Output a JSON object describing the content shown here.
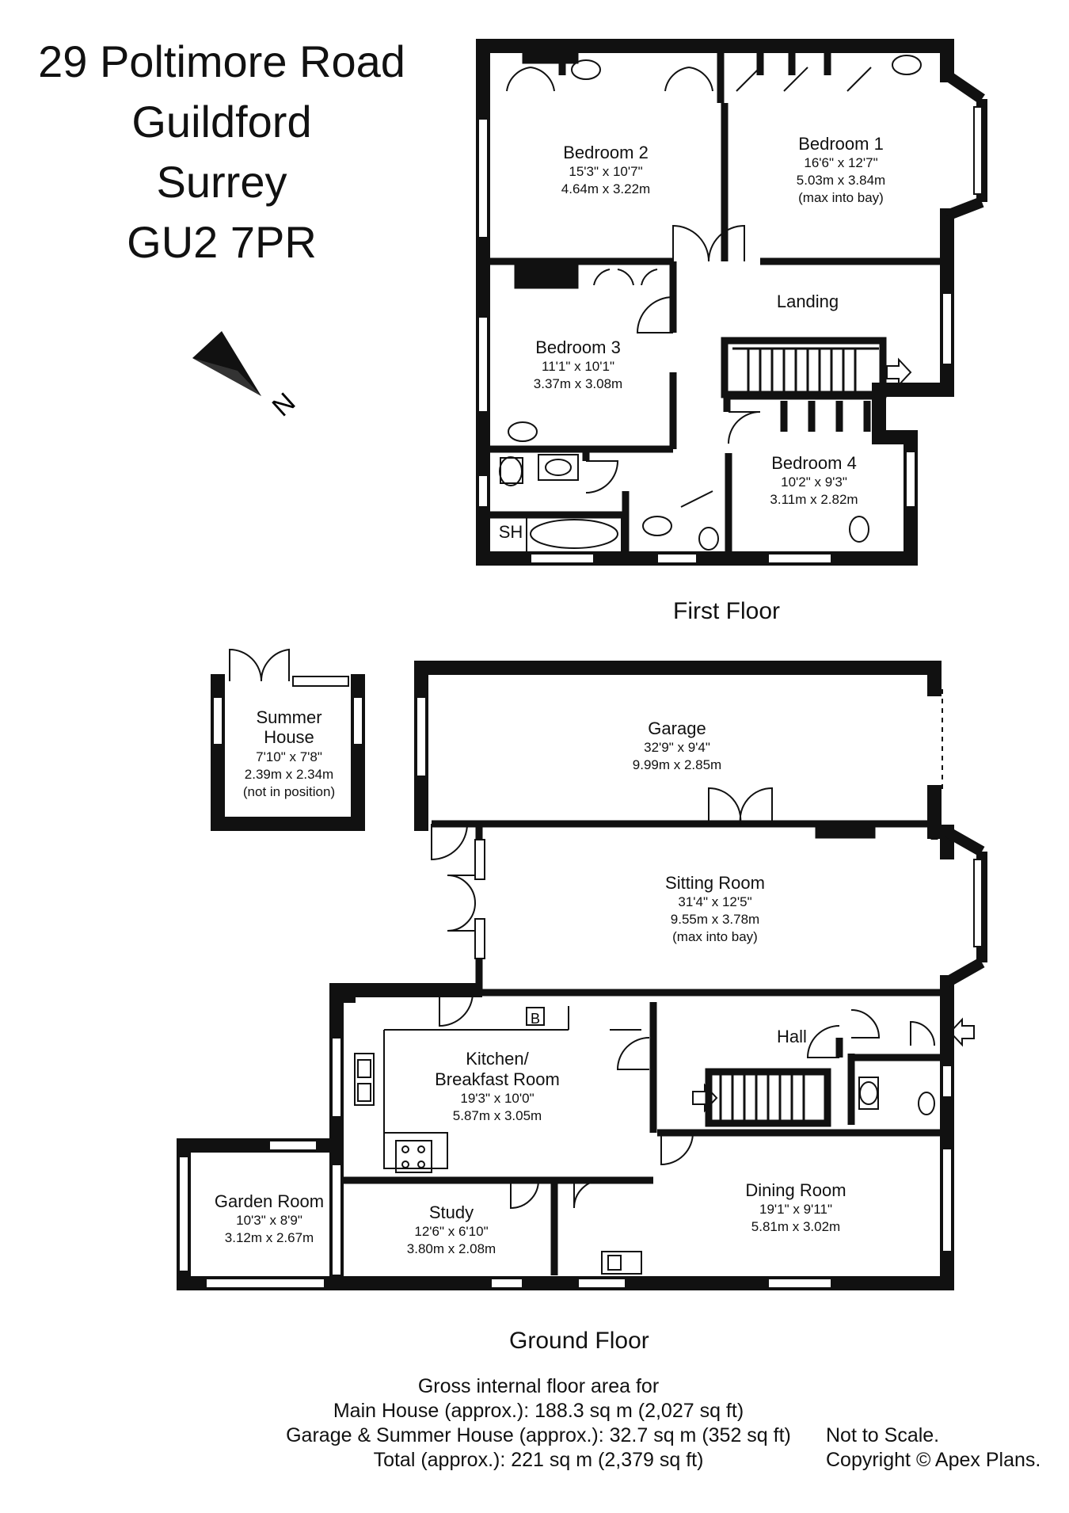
{
  "address": {
    "line1": "29 Poltimore Road",
    "line2": "Guildford",
    "line3": "Surrey",
    "line4": "GU2 7PR"
  },
  "compass": {
    "label": "N"
  },
  "first_floor": {
    "label": "First Floor",
    "rooms": {
      "bedroom2": {
        "name": "Bedroom 2",
        "imperial": "15'3\" x 10'7\"",
        "metric": "4.64m x 3.22m"
      },
      "bedroom1": {
        "name": "Bedroom 1",
        "imperial": "16'6\" x 12'7\"",
        "metric": "5.03m x 3.84m",
        "note": "(max into bay)"
      },
      "landing": {
        "name": "Landing"
      },
      "bedroom3": {
        "name": "Bedroom 3",
        "imperial": "11'1\" x 10'1\"",
        "metric": "3.37m x 3.08m"
      },
      "bedroom4": {
        "name": "Bedroom 4",
        "imperial": "10'2\" x 9'3\"",
        "metric": "3.11m x 2.82m"
      },
      "shower": {
        "name": "SH"
      }
    }
  },
  "ground_floor": {
    "label": "Ground Floor",
    "rooms": {
      "summer_house": {
        "name1": "Summer",
        "name2": "House",
        "imperial": "7'10\" x 7'8\"",
        "metric": "2.39m x 2.34m",
        "note": "(not in position)"
      },
      "garage": {
        "name": "Garage",
        "imperial": "32'9\" x 9'4\"",
        "metric": "9.99m x 2.85m"
      },
      "sitting_room": {
        "name": "Sitting Room",
        "imperial": "31'4\" x 12'5\"",
        "metric": "9.55m x 3.78m",
        "note": "(max into bay)"
      },
      "kitchen": {
        "name1": "Kitchen/",
        "name2": "Breakfast Room",
        "imperial": "19'3\" x 10'0\"",
        "metric": "5.87m x 3.05m",
        "boiler": "B"
      },
      "hall": {
        "name": "Hall"
      },
      "garden_room": {
        "name": "Garden Room",
        "imperial": "10'3\" x 8'9\"",
        "metric": "3.12m x 2.67m"
      },
      "study": {
        "name": "Study",
        "imperial": "12'6\" x 6'10\"",
        "metric": "3.80m x 2.08m"
      },
      "dining_room": {
        "name": "Dining Room",
        "imperial": "19'1\" x 9'11\"",
        "metric": "5.81m x 3.02m"
      }
    }
  },
  "floor_area": {
    "heading": "Gross internal floor area for",
    "main_house": "Main House (approx.): 188.3 sq m (2,027 sq ft)",
    "garage_summer": "Garage & Summer House (approx.): 32.7 sq m (352 sq ft)",
    "total": "Total (approx.): 221 sq m (2,379 sq ft)"
  },
  "notes": {
    "scale": "Not to Scale.",
    "copyright": "Copyright © Apex Plans."
  }
}
